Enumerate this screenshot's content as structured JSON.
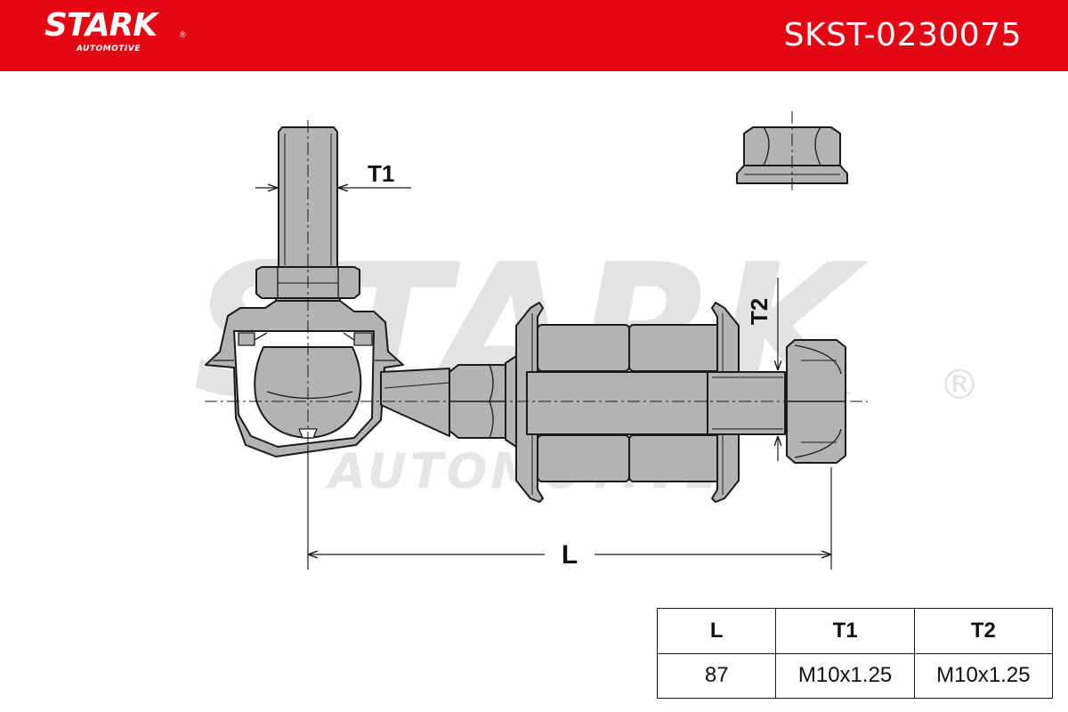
{
  "header": {
    "brand_name": "STARK",
    "brand_registered": "®",
    "brand_sub": "AUTOMOTIVE",
    "part_number": "SKST-0230075",
    "background_color": "#e30613"
  },
  "watermark": {
    "main": "STARK",
    "sub": "AUTOMOTIVE",
    "registered": "®",
    "color": "#e3e3e3"
  },
  "drawing": {
    "dimension_labels": {
      "L": "L",
      "T1": "T1",
      "T2": "T2"
    },
    "line_color": "#1a1a1a",
    "fill_color": "#b3b3b3"
  },
  "spec_table": {
    "columns": [
      "L",
      "T1",
      "T2"
    ],
    "values": [
      "87",
      "M10x1.25",
      "M10x1.25"
    ]
  }
}
